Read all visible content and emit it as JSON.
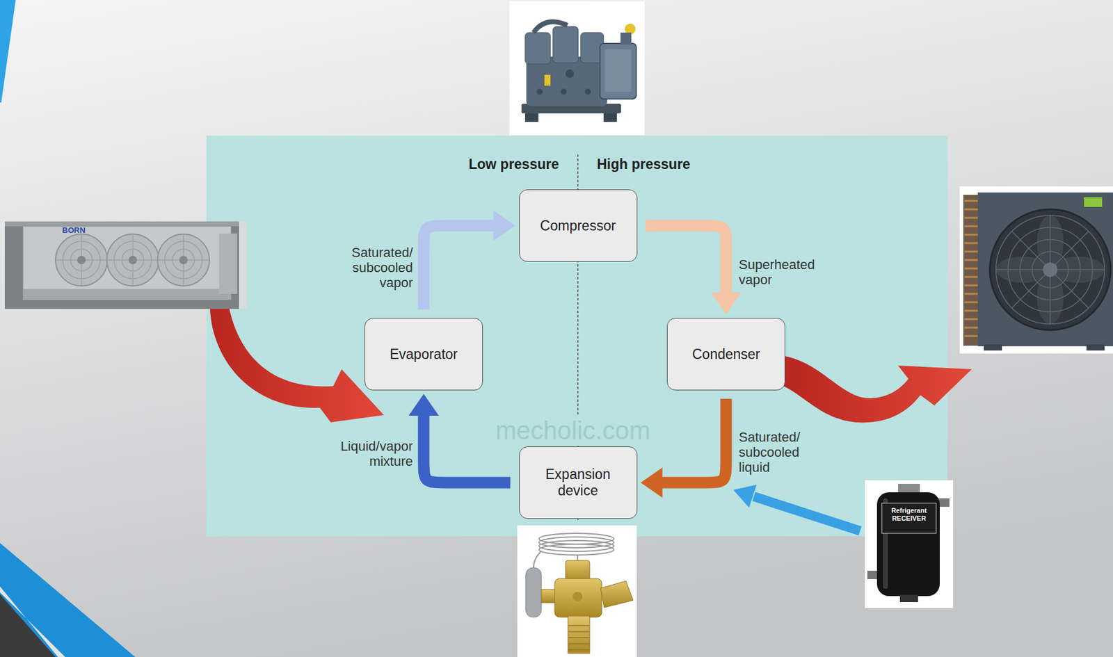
{
  "diagram": {
    "nodes": [
      {
        "text": [
          "Compressor"
        ]
      },
      {
        "text": [
          "Evaporator"
        ]
      },
      {
        "text": [
          "Condenser"
        ]
      },
      {
        "text": [
          "Expansion device"
        ]
      }
    ],
    "edges": [
      {
        "from": 1,
        "to": 0,
        "arrow": "to",
        "label": "Saturated/ subcooled vapor"
      },
      {
        "from": 0,
        "to": 2,
        "arrow": "to",
        "label": "Superheated vapor"
      },
      {
        "from": 2,
        "to": 3,
        "arrow": "to",
        "label": "Saturated/ subcooled liquid"
      },
      {
        "from": 3,
        "to": 1,
        "arrow": "to",
        "label": "Liquid/vapor mixture"
      }
    ],
    "labels": [
      "Low pressure",
      "High pressure",
      "mecholic.com",
      "BORN",
      "Refrigerant RECEIVER"
    ]
  }
}
